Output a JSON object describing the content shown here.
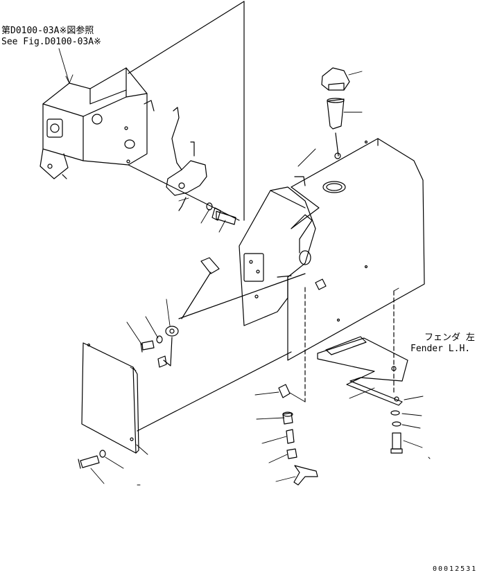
{
  "reference_note": {
    "jp": "第D0100-03A※図参照",
    "en": "See Fig.D0100-03A※"
  },
  "fender_label": {
    "jp": "フェンダ 左",
    "en": "Fender L.H."
  },
  "drawing_number": "00012531",
  "colors": {
    "line": "#000000",
    "background": "#ffffff"
  }
}
